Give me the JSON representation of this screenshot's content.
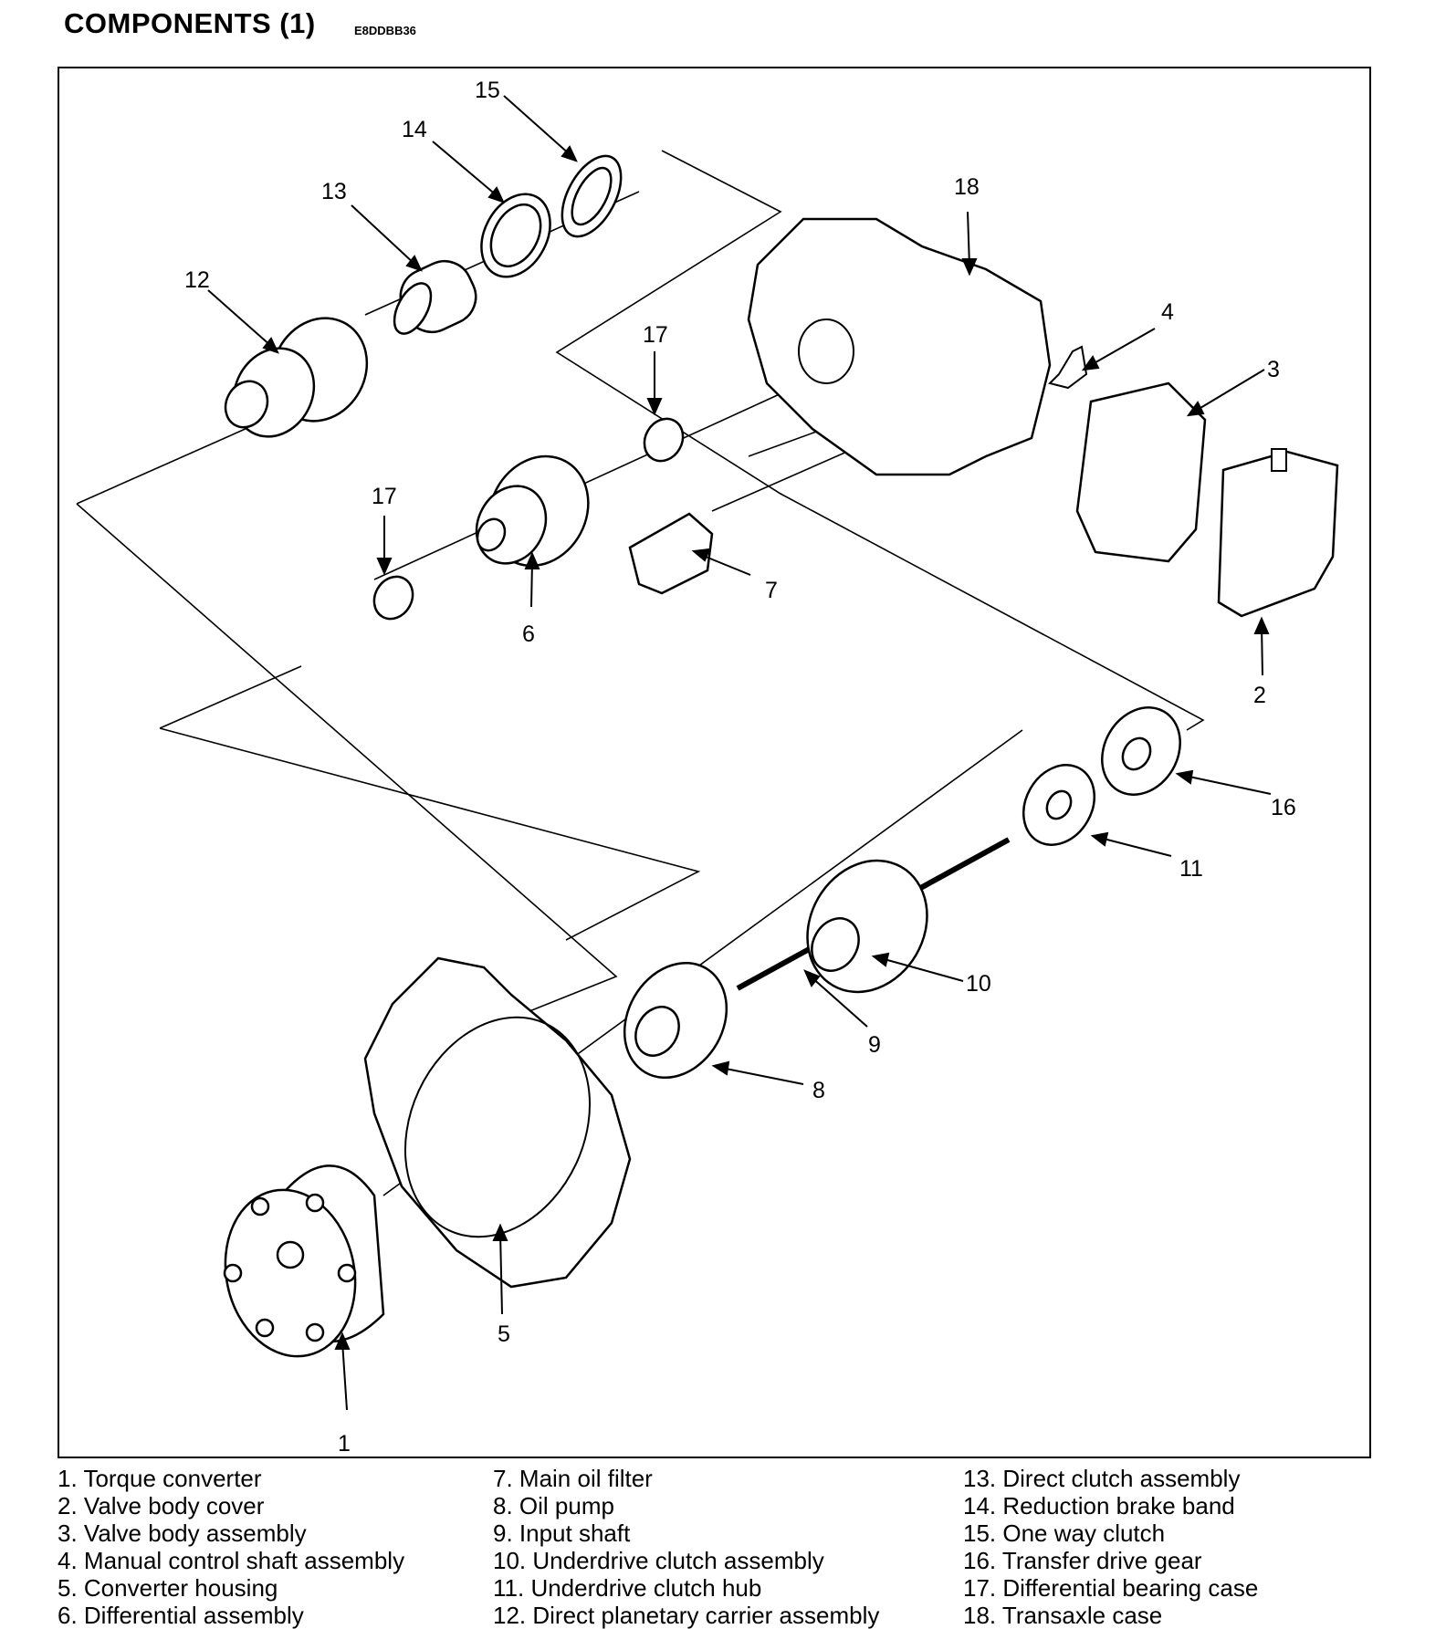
{
  "title": "COMPONENTS (1)",
  "code": "E8DDBB36",
  "callouts": [
    "1",
    "2",
    "3",
    "4",
    "5",
    "6",
    "7",
    "8",
    "9",
    "10",
    "11",
    "12",
    "13",
    "14",
    "15",
    "16",
    "17",
    "17",
    "18"
  ],
  "legend": {
    "col1": [
      "1.  Torque converter",
      "2.  Valve body cover",
      "3.  Valve body assembly",
      "4.  Manual control shaft assembly",
      "5.  Converter housing",
      "6.  Differential assembly"
    ],
    "col2": [
      "7.  Main oil filter",
      "8.  Oil pump",
      "9.  Input shaft",
      "10.  Underdrive clutch assembly",
      "11.  Underdrive clutch hub",
      "12.  Direct planetary carrier assembly"
    ],
    "col3": [
      "13.  Direct clutch assembly",
      "14.  Reduction brake band",
      "15.  One way clutch",
      "16.  Transfer drive gear",
      "17.  Differential bearing case",
      "18.  Transaxle case"
    ]
  }
}
